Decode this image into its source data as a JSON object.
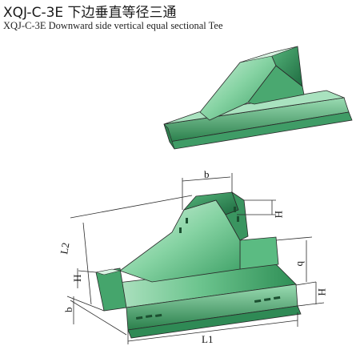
{
  "header": {
    "title_cn": "XQJ-C-3E 下边垂直等径三通",
    "title_en": "XQJ-C-3E Downward side vertical equal sectional Tee"
  },
  "dimensions": {
    "b_top": "b",
    "H_top": "H",
    "L2": "L2",
    "H_left": "H",
    "b_left": "b",
    "b_right": "b",
    "H_right": "H",
    "L1": "L1"
  },
  "colors": {
    "tray_light": "#bfe8cf",
    "tray_mid": "#7fcf9c",
    "tray_dark": "#2e9a5c",
    "tray_shadow": "#1f6e42",
    "outline": "#2a2a2a"
  }
}
